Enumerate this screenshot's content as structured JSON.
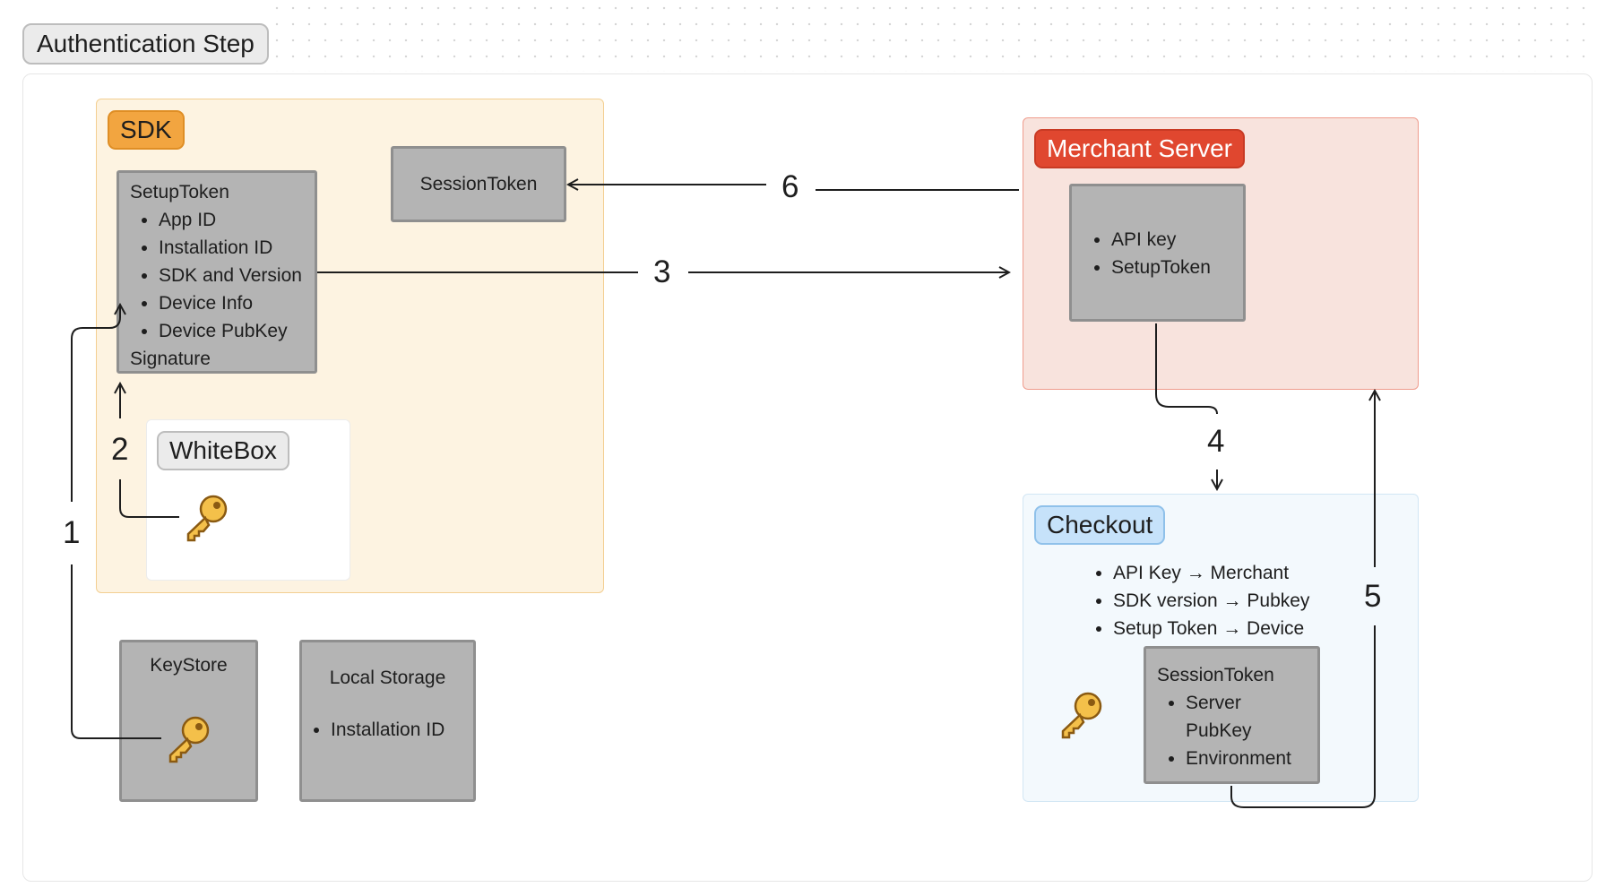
{
  "title": "Authentication Step",
  "sdk": {
    "tag": "SDK",
    "setup_token": {
      "header": "SetupToken",
      "items": [
        "App ID",
        "Installation ID",
        "SDK and Version",
        "Device Info",
        "Device PubKey"
      ],
      "footer": "Signature"
    },
    "session_token": "SessionToken",
    "whitebox": "WhiteBox"
  },
  "merchant": {
    "tag": "Merchant Server",
    "items": [
      "API key",
      "SetupToken"
    ]
  },
  "checkout": {
    "tag": "Checkout",
    "items": [
      "API Key → Merchant",
      "SDK version → Pubkey",
      "Setup Token → Device"
    ],
    "session_token": {
      "header": "SessionToken",
      "items": [
        "Server PubKey",
        "Environment"
      ]
    }
  },
  "keystore": {
    "label": "KeyStore"
  },
  "local_storage": {
    "label": "Local Storage",
    "items": [
      "Installation ID"
    ]
  },
  "steps": [
    "1",
    "2",
    "3",
    "4",
    "5",
    "6"
  ],
  "icons": {
    "key": "key-icon"
  },
  "colors": {
    "sdk_bg": "#fdf3e1",
    "sdk_tag": "#f2a540",
    "merchant_bg": "#f8e3dd",
    "merchant_tag": "#e0472f",
    "checkout_bg": "#f3f9fd",
    "checkout_tag": "#c6e2fa",
    "box": "#b4b4b4"
  }
}
